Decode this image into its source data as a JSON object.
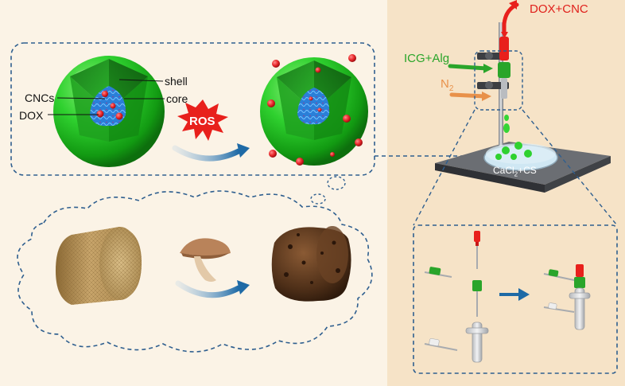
{
  "labels": {
    "shell": "shell",
    "cncs": "CNCs",
    "core": "core",
    "dox": "DOX",
    "ros": "ROS",
    "dox_cnc": "DOX+CNC",
    "icg_alg": "ICG+Alg",
    "n2_base": "N",
    "n2_sub": "2",
    "cacl2_cs_pre": "CaCl",
    "cacl2_cs_sub": "2",
    "cacl2_cs_post": "+CS"
  },
  "colors": {
    "background_left": "#fbf3e6",
    "background_right": "#f6e3c7",
    "dashed_line": "#2f5f8f",
    "arrow_blue": "#1e6aa6",
    "ros_red": "#e8201c",
    "sphere_green": "#2fd12f",
    "core_blue": "#2a7fd8",
    "dox_red": "#e8262a",
    "text_red": "#e0201b",
    "text_green": "#2aa52a",
    "text_orange": "#e8914a"
  }
}
